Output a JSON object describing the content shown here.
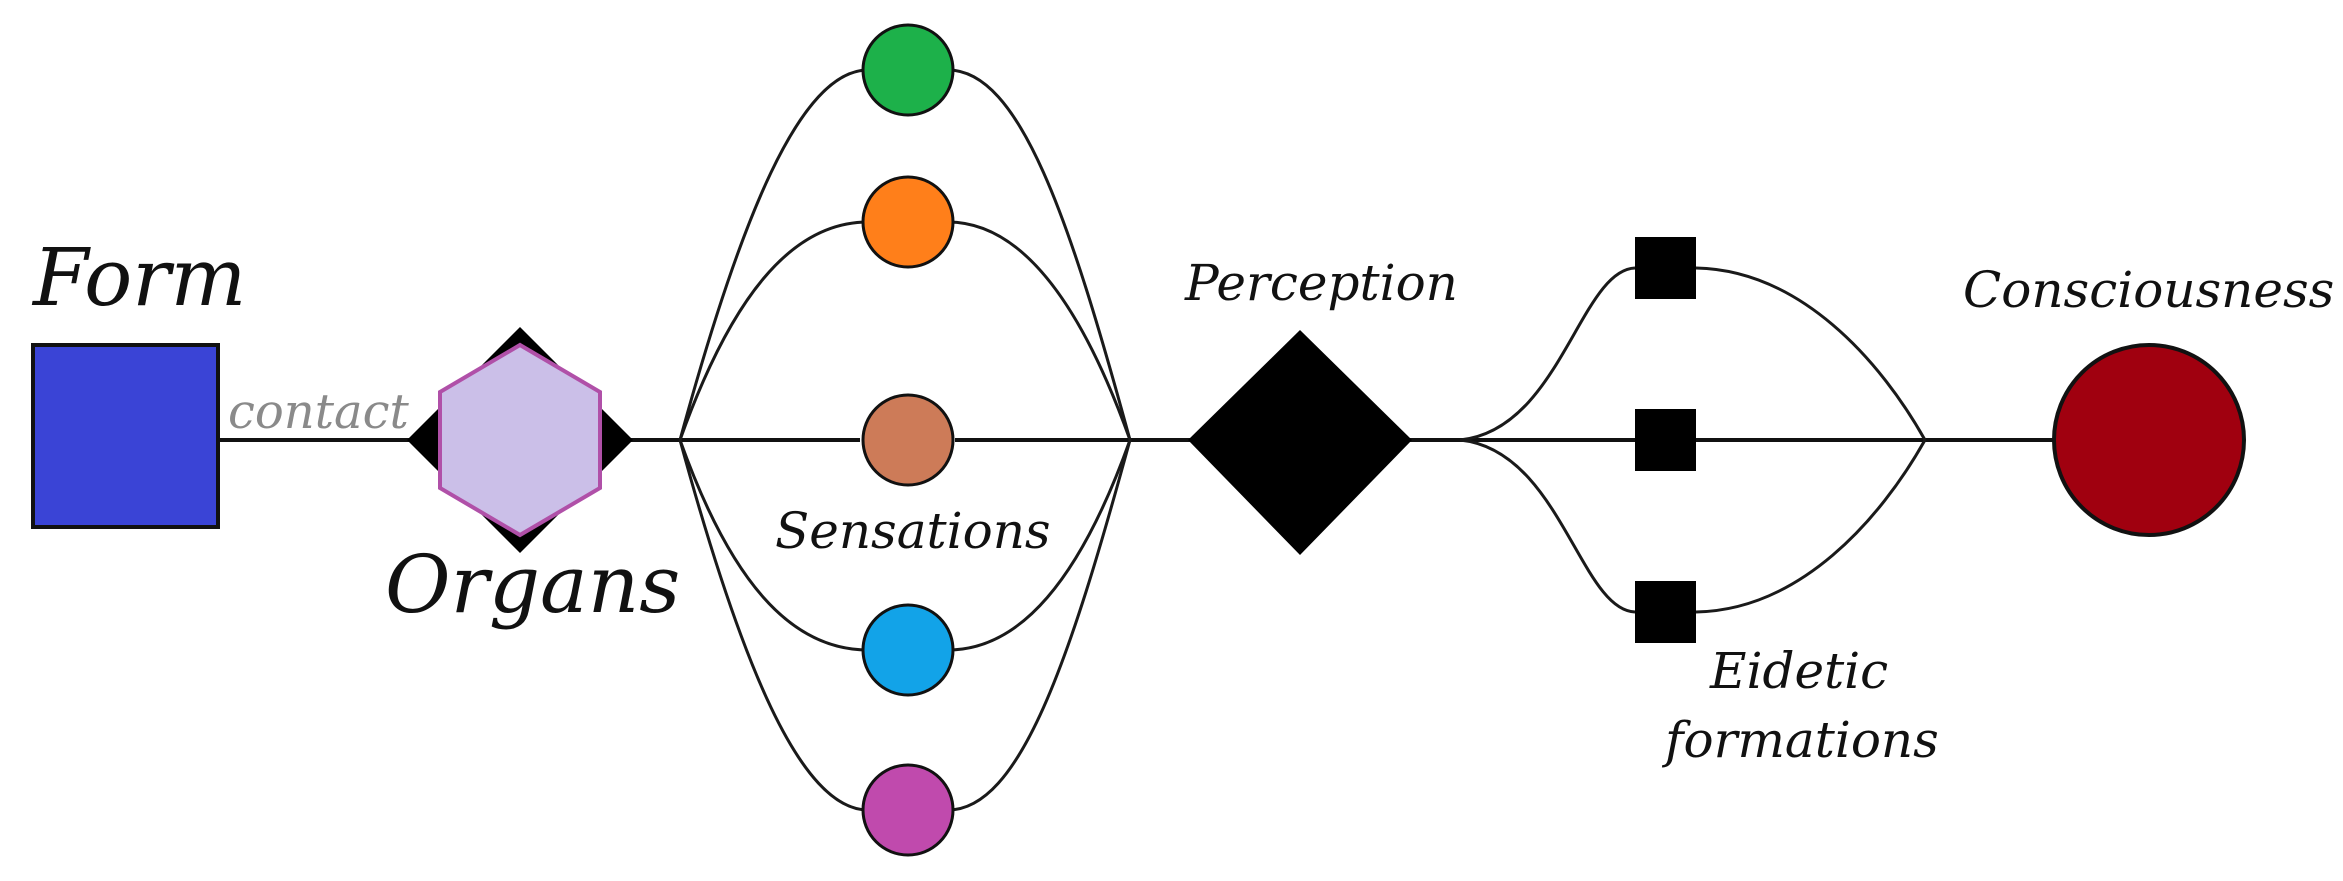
{
  "labels": {
    "form": "Form",
    "contact": "contact",
    "organs": "Organs",
    "sensations": "Sensations",
    "perception": "Perception",
    "eidetic_line1": "Eidetic",
    "eidetic_line2": "formations",
    "consciousness": "Consciousness"
  },
  "colors": {
    "form": "#3a44d6",
    "organs_fill": "#cbbfe8",
    "organs_stroke": "#b050a8",
    "sensation_green": "#1db14a",
    "sensation_orange": "#ff7f1a",
    "sensation_brown": "#cd7b58",
    "sensation_blue": "#12a3e8",
    "sensation_magenta": "#c04aad",
    "perception": "#000000",
    "eidetic": "#000000",
    "consciousness": "#a0000f"
  }
}
